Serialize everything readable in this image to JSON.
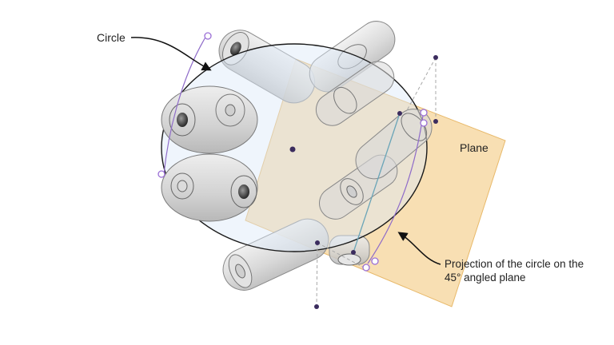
{
  "labels": {
    "circle": "Circle",
    "plane": "Plane",
    "projection_line1": "Projection of the circle on the",
    "projection_line2": "45° angled plane"
  },
  "colors": {
    "plane_fill": "#f6d49a",
    "circle_fill": "#dbe9f8",
    "circle_stroke": "#1a1a1a",
    "tube_fill": "#d9d9d9",
    "tube_stroke": "#8a8a8a",
    "handle_purple": "#9b6fd6",
    "point_dark": "#3b2c5e"
  }
}
